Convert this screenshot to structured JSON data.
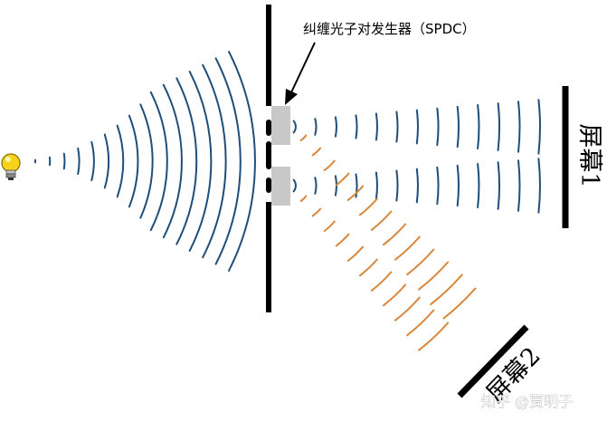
{
  "spdc_label": "纠缠光子对发生器（SPDC）",
  "screen1_label": "屏幕1",
  "screen2_label": "屏幕2",
  "watermark": "知乎 @贾明子",
  "colors": {
    "blue_wave": "#1f4e79",
    "orange_wave": "#d8873a",
    "crystal": "#c8c8c8",
    "barrier": "#000000",
    "bulb": "#f2c200"
  },
  "icons": [
    "light-bulb-icon",
    "arrow-icon"
  ]
}
